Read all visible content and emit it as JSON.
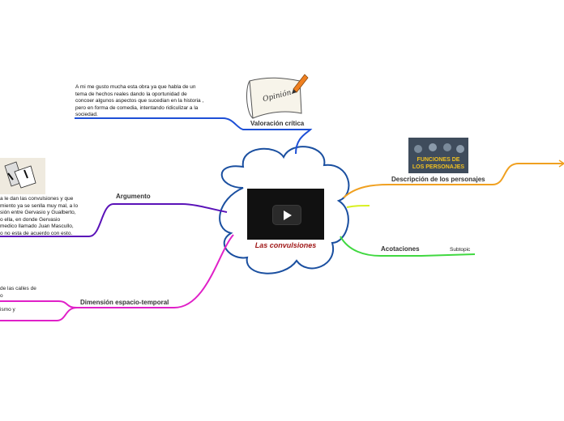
{
  "central": {
    "title": "Las convulsiones"
  },
  "branches": {
    "valoracion": {
      "label": "Valoración crítica",
      "image_text": "Opinión",
      "note": [
        "A mi me gusto mucha esta obra ya que habla de un",
        "tema de hechos reales dando la oportunidad de",
        "concoer algunos aspectos que sucedian en la historia   ,",
        "pero  en forma de comedia, intentando ridiculizar a la",
        "sociedad."
      ]
    },
    "argumento": {
      "label": "Argumento",
      "note": [
        "a le dan las convulsiones y que",
        "miento ya se senlla muy mal, a lo",
        "sión entre Gervasio y  Gualberto,",
        "o ella, en donde Gervasio",
        "medico llamado  Juan Mascullo,",
        "o no esta de acuerdo con esto."
      ]
    },
    "dimension": {
      "label": "Dimensión espacio-temporal",
      "sub1": [
        "de las calles de",
        "o"
      ],
      "sub2": "ismo y"
    },
    "descripcion": {
      "label": "Descripción de los personajes",
      "image_text": [
        "FUNCIONES DE",
        "LOS PERSONAJES"
      ]
    },
    "acotaciones": {
      "label": "Acotaciones",
      "subtopic": "Subtopic"
    }
  },
  "colors": {
    "cloud": "#1a4fa0",
    "valoracion": "#1d4fd6",
    "argumento": "#5a12b8",
    "dimension": "#e020c8",
    "descripcion": "#f0a020",
    "acotaciones": "#40d840",
    "yellow": "#d8f020",
    "title": "#a01818"
  }
}
